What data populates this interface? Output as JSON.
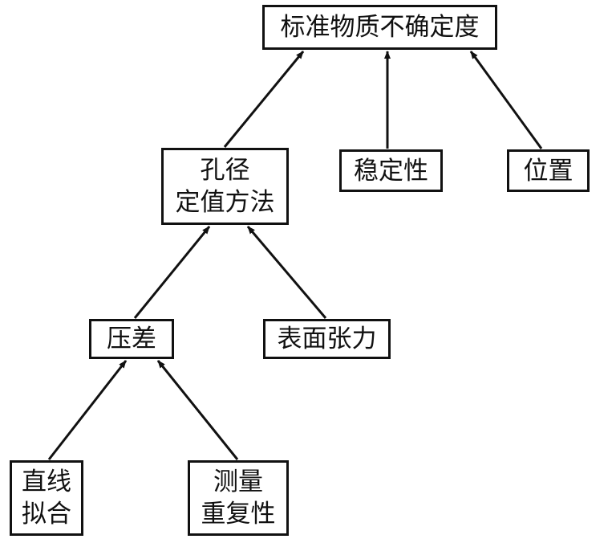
{
  "nodes": {
    "root": {
      "lines": [
        "标准物质不确定度"
      ]
    },
    "pore": {
      "lines": [
        "孔径",
        "定值方法"
      ]
    },
    "stability": {
      "lines": [
        "稳定性"
      ]
    },
    "position": {
      "lines": [
        "位置"
      ]
    },
    "pressure": {
      "lines": [
        "压差"
      ]
    },
    "tension": {
      "lines": [
        "表面张力"
      ]
    },
    "fit": {
      "lines": [
        "直线",
        "拟合"
      ]
    },
    "repeat": {
      "lines": [
        "测量",
        "重复性"
      ]
    }
  },
  "edges": [
    {
      "from": "pore",
      "to": "root"
    },
    {
      "from": "stability",
      "to": "root"
    },
    {
      "from": "position",
      "to": "root"
    },
    {
      "from": "pressure",
      "to": "pore"
    },
    {
      "from": "tension",
      "to": "pore"
    },
    {
      "from": "fit",
      "to": "pressure"
    },
    {
      "from": "repeat",
      "to": "pressure"
    }
  ],
  "colors": {
    "stroke": "#111111",
    "fill": "#ffffff"
  }
}
